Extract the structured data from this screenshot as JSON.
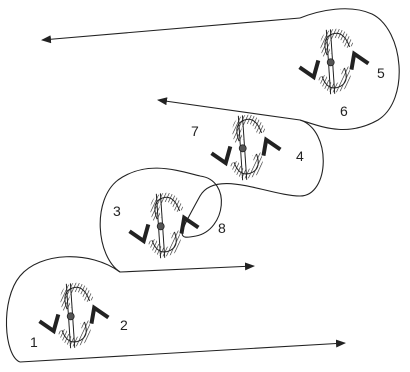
{
  "diagram": {
    "labels": [
      "1",
      "2",
      "3",
      "8",
      "7",
      "4",
      "5",
      "6"
    ]
  },
  "colors": {
    "stroke": "#222222",
    "fill": "#555555",
    "background": "#ffffff"
  },
  "units": [
    {
      "name": "unit-1",
      "labels": [
        "1",
        "2"
      ]
    },
    {
      "name": "unit-2",
      "labels": [
        "3",
        "8"
      ]
    },
    {
      "name": "unit-3",
      "labels": [
        "7",
        "4"
      ]
    },
    {
      "name": "unit-4",
      "labels": [
        "5",
        "6"
      ]
    }
  ]
}
